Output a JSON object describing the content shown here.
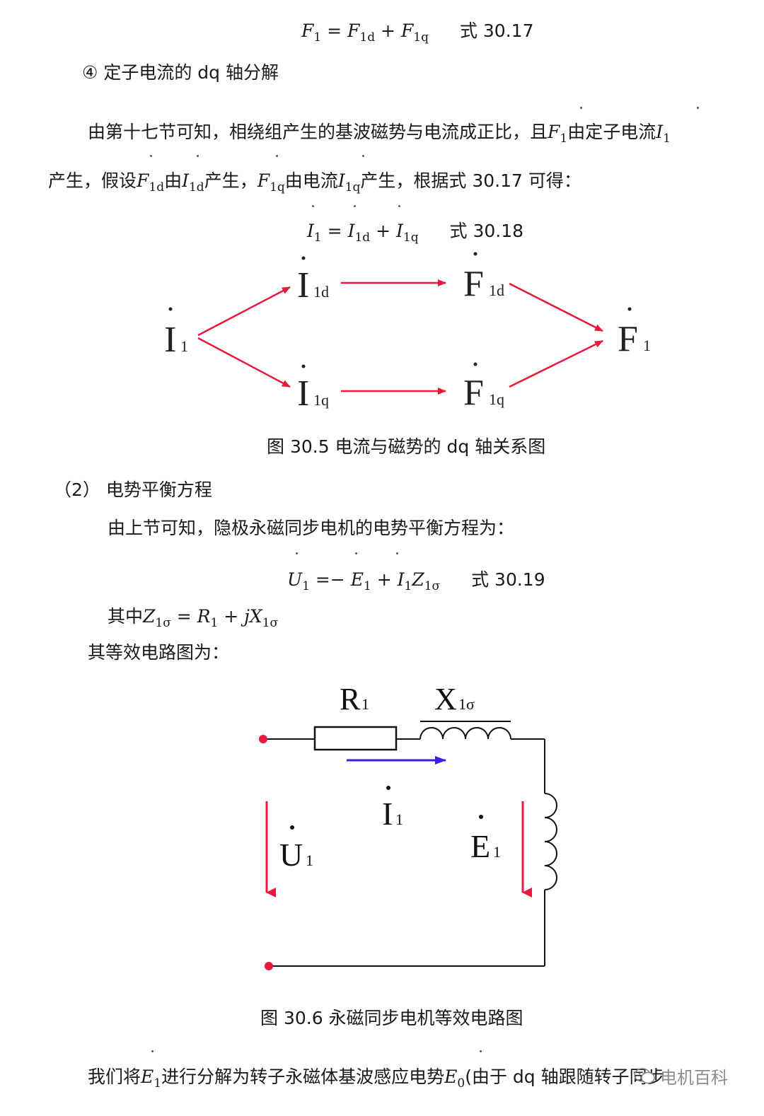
{
  "eq_30_17": {
    "lhs": "F",
    "lhs_sub": "1",
    "eq": " = ",
    "t1": "F",
    "t1_sub": "1d",
    "plus": " + ",
    "t2": "F",
    "t2_sub": "1q",
    "label": "式 30.17"
  },
  "section4_heading": "④ 定子电流的 dq 轴分解",
  "para1": {
    "line1_a": "由第十七节可知，相绕组产生的基波磁势与电流成正比，且",
    "line1_F": "F",
    "line1_F_sub": "1",
    "line1_b": "由定子电流",
    "line1_I": "I",
    "line1_I_sub": "1",
    "line2_a": "产生，假设",
    "line2_F1d": "F",
    "line2_F1d_sub": "1d",
    "line2_b": "由",
    "line2_I1d": "I",
    "line2_I1d_sub": "1d",
    "line2_c": "产生，",
    "line2_F1q": "F",
    "line2_F1q_sub": "1q",
    "line2_d": "由电流",
    "line2_I1q": "I",
    "line2_I1q_sub": "1q",
    "line2_e": "产生，根据式 30.17 可得："
  },
  "eq_30_18": {
    "lhs": "I",
    "lhs_sub": "1",
    "eq": " = ",
    "t1": "I",
    "t1_sub": "1d",
    "plus": " + ",
    "t2": "I",
    "t2_sub": "1q",
    "label": "式 30.18"
  },
  "figure_30_5": {
    "nodes": {
      "i1": {
        "main": "I",
        "sub": "1"
      },
      "i1d": {
        "main": "I",
        "sub": "1d"
      },
      "i1q": {
        "main": "I",
        "sub": "1q"
      },
      "f1d": {
        "main": "F",
        "sub": "1d"
      },
      "f1q": {
        "main": "F",
        "sub": "1q"
      },
      "f1": {
        "main": "F",
        "sub": "1"
      }
    },
    "arrow_color": "#e8193c",
    "caption": "图 30.5  电流与磁势的 dq 轴关系图"
  },
  "section2_heading": "（2）  电势平衡方程",
  "para2": "由上节可知，隐极永磁同步电机的电势平衡方程为：",
  "eq_30_19": {
    "lhs": "U",
    "lhs_sub": "1",
    "eq": " =− ",
    "t1": "E",
    "t1_sub": "1",
    "plus": " + ",
    "t2a": "I",
    "t2a_sub": "1",
    "t2b": "Z",
    "t2b_sub": "1σ",
    "label": "式 30.19"
  },
  "where_line": {
    "prefix": "其中",
    "z": "Z",
    "z_sub": "1σ",
    "eq": " = ",
    "r": "R",
    "r_sub": "1",
    "plus": " + ",
    "jx": "jX",
    "jx_sub": "1σ"
  },
  "circuit_intro": "其等效电路图为：",
  "figure_30_6": {
    "r_label": "R",
    "r_sub": "1",
    "x_label": "X",
    "x_sub": "1σ",
    "i_label": "I",
    "i_sub": "1",
    "u_label": "U",
    "u_sub": "1",
    "e_label": "E",
    "e_sub": "1",
    "current_arrow_color": "#3a1ee8",
    "voltage_arrow_color": "#e8193c",
    "terminal_color": "#e8193c",
    "caption": "图 30.6  永磁同步电机等效电路图"
  },
  "para3": {
    "a": "我们将",
    "e1": "E",
    "e1_sub": "1",
    "b": "进行分解为转子永磁体基波感应电势",
    "e0": "E",
    "e0_sub": "0",
    "c": "(由于 dq 轴跟随转子同步"
  },
  "watermark": "电机百科"
}
